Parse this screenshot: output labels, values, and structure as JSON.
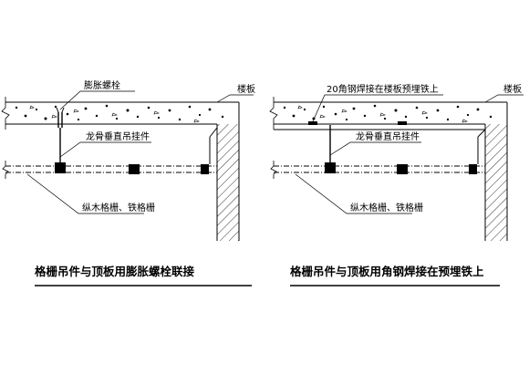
{
  "left_detail": {
    "slab_label": "楼板",
    "bolt_label": "膨胀螺栓",
    "hanger_label": "龙骨垂直吊挂件",
    "grille_label": "纵木格栅、铁格栅",
    "caption": "格栅吊件与顶板用膨胀螺栓联接"
  },
  "right_detail": {
    "slab_label": "楼板",
    "weld_label": "20角钢焊接在楼板预埋铁上",
    "hanger_label": "龙骨垂直吊挂件",
    "grille_label": "纵木格栅、铁格栅",
    "caption": "格栅吊件与顶板用角钢焊接在预埋铁上"
  }
}
